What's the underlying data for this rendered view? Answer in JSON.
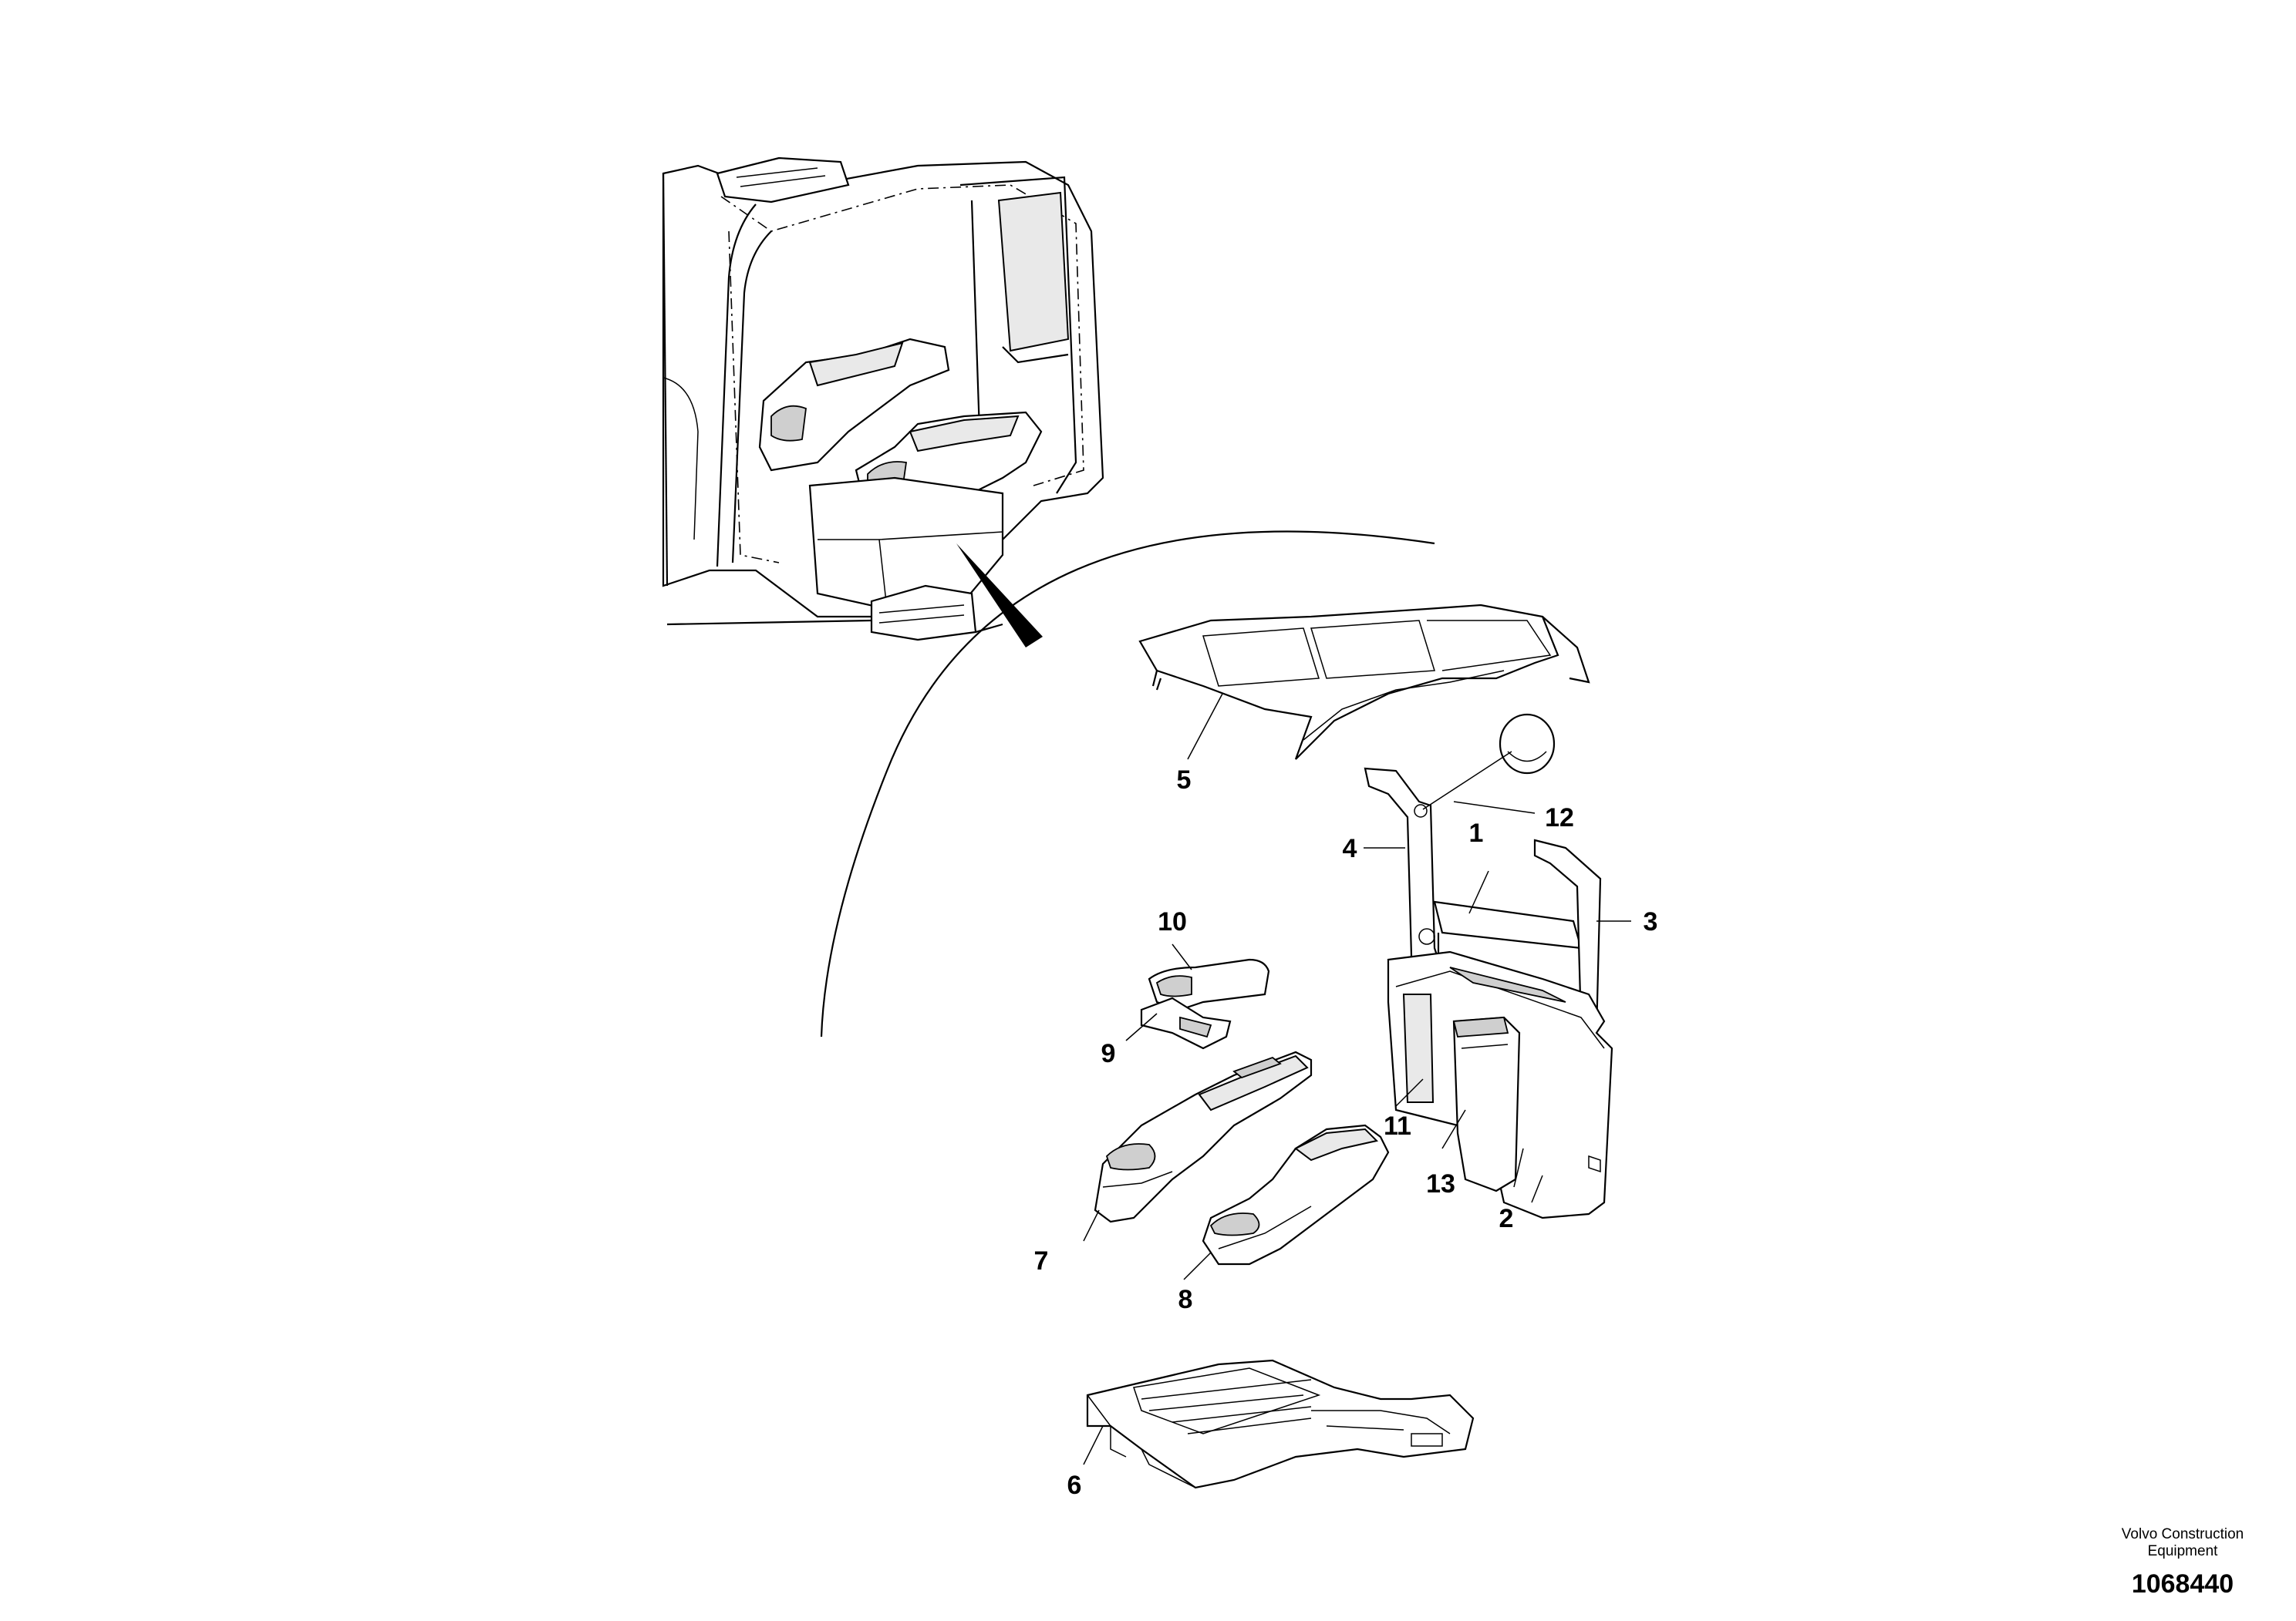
{
  "callouts": [
    {
      "id": "1",
      "label": "1"
    },
    {
      "id": "2",
      "label": "2"
    },
    {
      "id": "3",
      "label": "3"
    },
    {
      "id": "4",
      "label": "4"
    },
    {
      "id": "5",
      "label": "5"
    },
    {
      "id": "6",
      "label": "6"
    },
    {
      "id": "7",
      "label": "7"
    },
    {
      "id": "8",
      "label": "8"
    },
    {
      "id": "9",
      "label": "9"
    },
    {
      "id": "10",
      "label": "10"
    },
    {
      "id": "11",
      "label": "11"
    },
    {
      "id": "12",
      "label": "12"
    },
    {
      "id": "13",
      "label": "13"
    }
  ],
  "footer": {
    "brand_line1": "Volvo Construction",
    "brand_line2": "Equipment",
    "drawing_number": "1068440"
  }
}
